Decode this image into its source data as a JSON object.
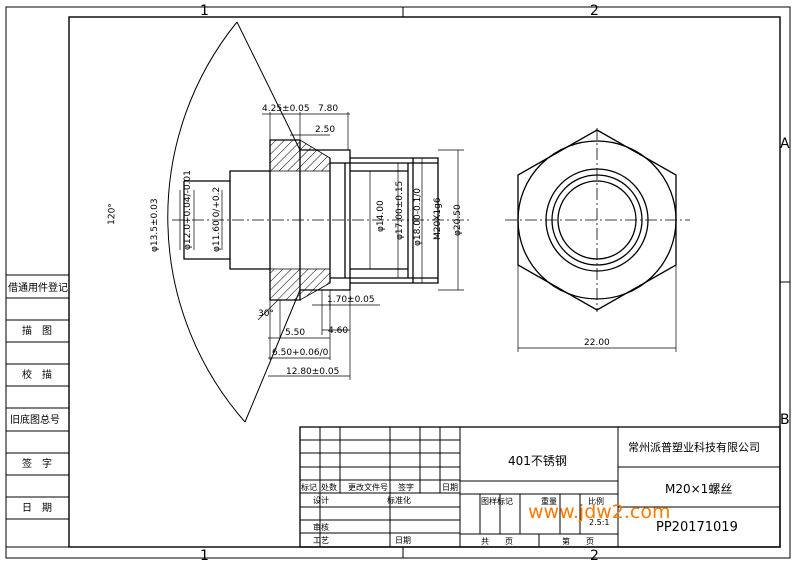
{
  "frame": {
    "zone_numbers": [
      "1",
      "2"
    ],
    "zone_letters": [
      "A",
      "B"
    ]
  },
  "side_column": {
    "rows": [
      "借通用件登记",
      "描　图",
      "校　描",
      "旧底图总号",
      "签　字",
      "日　期"
    ]
  },
  "dimensions": {
    "angle_120": "120°",
    "angle_30": "30°",
    "d_4_25": "4.25±0.05",
    "d_7_80": "7.80",
    "d_2_50": "2.50",
    "d_13_5": "φ13.5±0.03",
    "d_12": "φ12.0+0.04/-0.01",
    "d_11_6": "φ11.60 0/+0.2",
    "d_14": "φ14.00",
    "d_17": "φ17.00±0.15",
    "d_18": "φ18.00-0.1/0",
    "thread": "M20X1g6",
    "d_20_5": "φ20.50",
    "d_1_70": "1.70±0.05",
    "d_5_50": "5.50",
    "d_4_60": "4.60",
    "d_6_50": "6.50+0.06/0",
    "d_12_80": "12.80±0.05",
    "width_22": "22.00"
  },
  "title_block": {
    "material": "401不锈钢",
    "company": "常州派普塑业科技有限公司",
    "part_name": "M20×1螺丝",
    "drawing_no": "PP20171019",
    "scale": "2.5:1",
    "rev_headers": [
      "标记",
      "处数",
      "更改文件号",
      "签字",
      "日期"
    ],
    "roles": [
      "设计",
      "审核",
      "工艺"
    ],
    "standardize": "标准化",
    "approve_date": "日期",
    "stage_label": "图样标记",
    "weight_label": "重量",
    "scale_label": "比例",
    "sheets_total": "共　　页",
    "sheet_no": "第　　页"
  },
  "watermark": "www.jdw2.com",
  "colors": {
    "line": "#000000",
    "hatch": "#000000",
    "watermark": "#ff7a00"
  }
}
